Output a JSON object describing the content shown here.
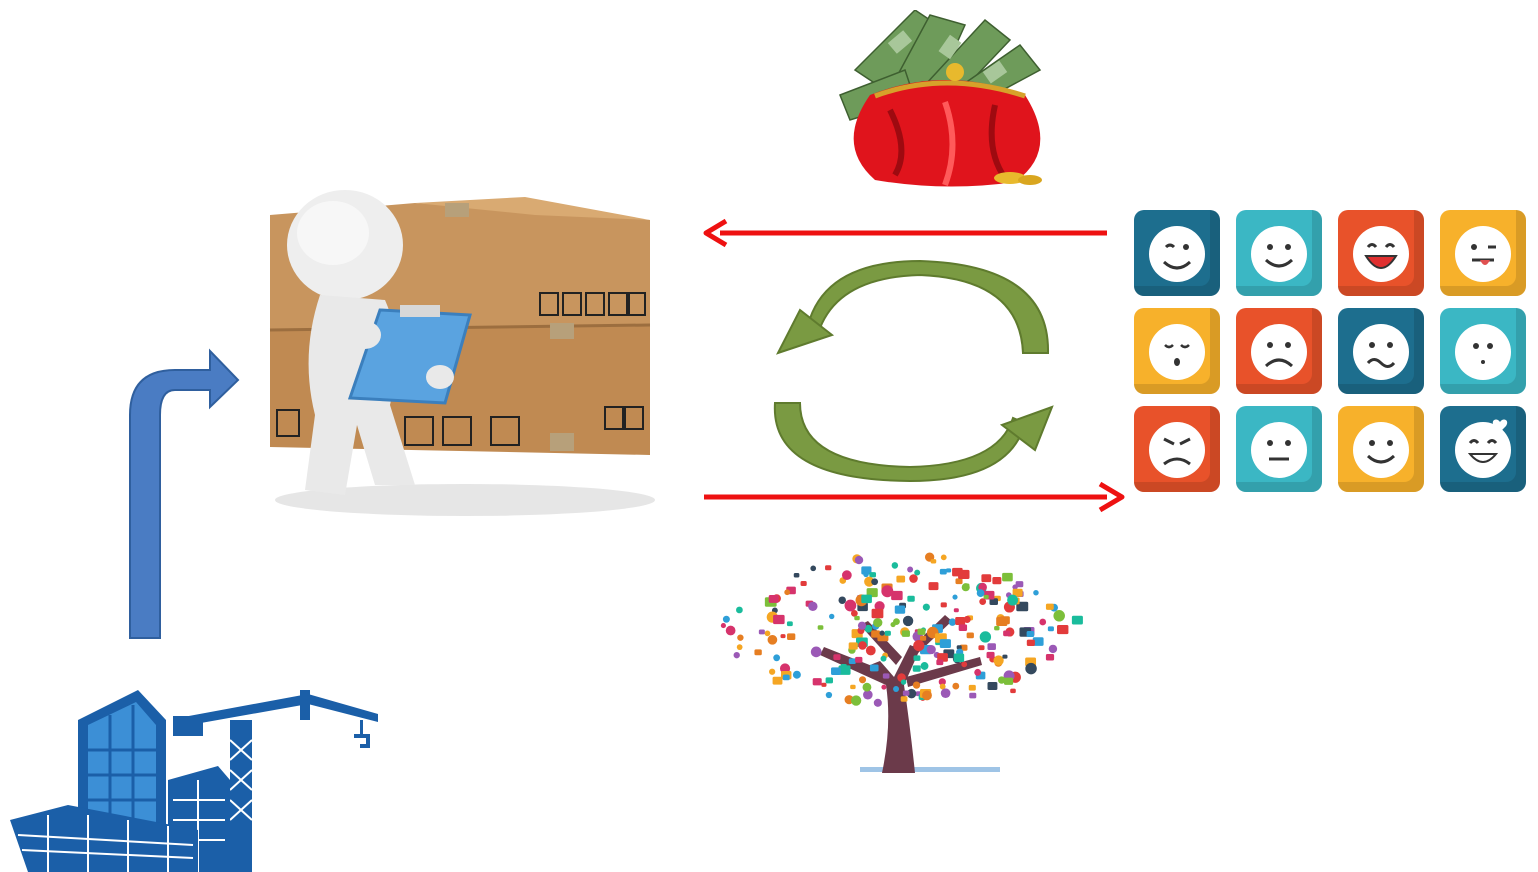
{
  "diagram": {
    "nodes": [
      {
        "id": "factory",
        "icon": "factory-crane-icon",
        "colors": [
          "#1b5fa8",
          "#3c8fd6"
        ]
      },
      {
        "id": "warehouse",
        "icon": "person-clipboard-boxes-icon",
        "colors": [
          "#c8955e",
          "#5aa3e0"
        ]
      },
      {
        "id": "payment",
        "icon": "money-purse-icon",
        "colors": [
          "#e0141c",
          "#6e9b5a"
        ]
      },
      {
        "id": "feedback",
        "icon": "emoji-grid-icon"
      },
      {
        "id": "information",
        "icon": "social-media-tree-icon",
        "colors": [
          "#6b3a4a"
        ]
      }
    ],
    "edges": [
      {
        "from": "factory",
        "to": "warehouse",
        "style": "bent-arrow",
        "color": "#4a7cc3"
      },
      {
        "from": "feedback",
        "to": "warehouse",
        "style": "straight-arrow",
        "color": "#ee1111"
      },
      {
        "from": "warehouse",
        "to": "feedback",
        "style": "straight-arrow",
        "color": "#ee1111"
      },
      {
        "from": "warehouse",
        "to": "feedback",
        "style": "cycle-arrows",
        "color": "#7a9a42"
      }
    ],
    "emoji_tiles": [
      {
        "bg": "#1d6e8e",
        "face": "wink-smile"
      },
      {
        "bg": "#3bb7c4",
        "face": "smile"
      },
      {
        "bg": "#e8522a",
        "face": "laugh"
      },
      {
        "bg": "#f7b12b",
        "face": "tongue"
      },
      {
        "bg": "#f7b12b",
        "face": "sleepy"
      },
      {
        "bg": "#e8522a",
        "face": "sad"
      },
      {
        "bg": "#1d6e8e",
        "face": "confused"
      },
      {
        "bg": "#3bb7c4",
        "face": "neutral-dots"
      },
      {
        "bg": "#e8522a",
        "face": "angry"
      },
      {
        "bg": "#3bb7c4",
        "face": "neutral"
      },
      {
        "bg": "#f7b12b",
        "face": "smile"
      },
      {
        "bg": "#1d6e8e",
        "face": "love"
      }
    ]
  }
}
